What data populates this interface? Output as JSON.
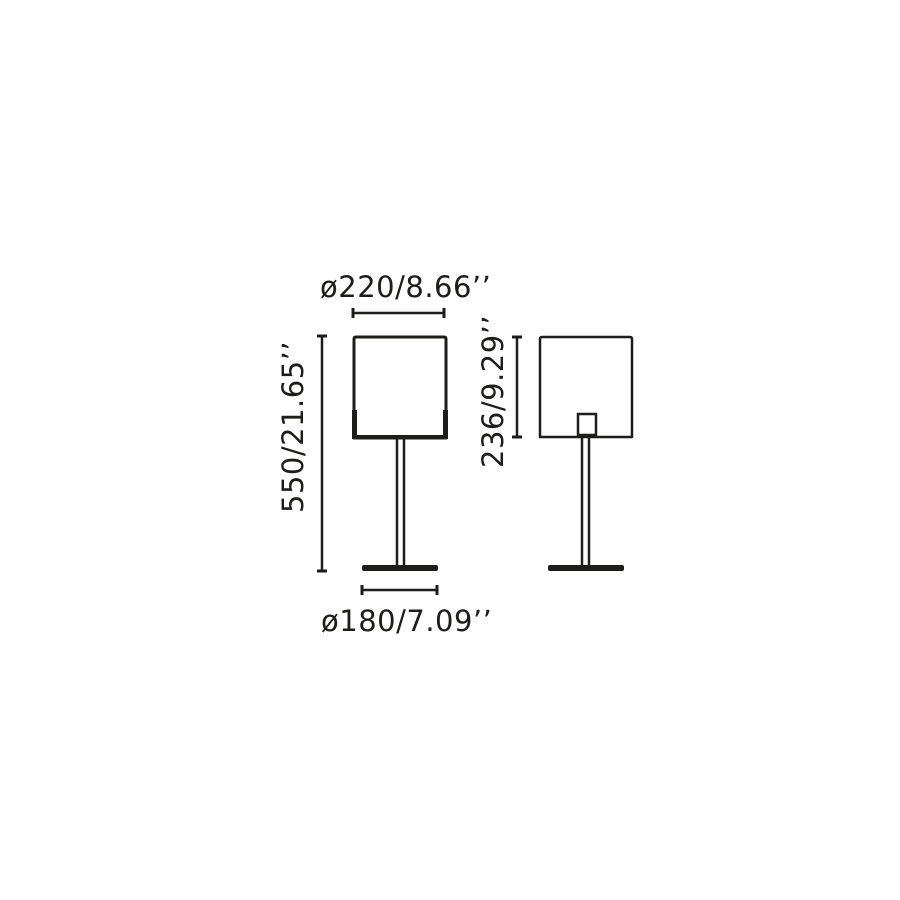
{
  "drawing": {
    "title": "Table lamp dimension drawing",
    "line_color": "#1d1d1b",
    "background": "#ffffff"
  },
  "dimensions": {
    "shade_diameter": {
      "label": "ø220/8.66’’",
      "mm": 220,
      "inches": 8.66
    },
    "base_diameter": {
      "label": "ø180/7.09’’",
      "mm": 180,
      "inches": 7.09
    },
    "total_height": {
      "label": "550/21.65’’",
      "mm": 550,
      "inches": 21.65
    },
    "shade_height": {
      "label": "236/9.29’’",
      "mm": 236,
      "inches": 9.29
    }
  },
  "views": [
    {
      "name": "front-view",
      "description": "Lamp with cylindrical shade, stem and round base"
    },
    {
      "name": "section-view",
      "description": "Lamp with shade and visible socket holder"
    }
  ]
}
